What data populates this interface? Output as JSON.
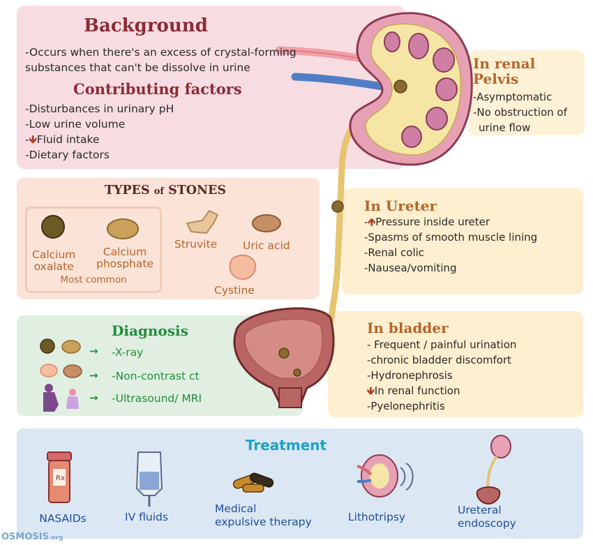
{
  "background": {
    "title": "Background",
    "lines": [
      "-Occurs when there's an excess of crystal-forming",
      "substances that can't be dissolve in urine"
    ],
    "factors_title": "Contributing factors",
    "factors": [
      "-Disturbances in urinary pH",
      "-Low urine volume",
      "-",
      "Fluid intake",
      "-Dietary factors"
    ],
    "down_arrow": "🡻"
  },
  "types": {
    "title_a": "TYPES",
    "title_of": "of",
    "title_b": "STONES",
    "stones": [
      "Calcium",
      "oxalate",
      "Calcium",
      "phosphate",
      "Struvite",
      "Uric acid",
      "Cystine"
    ],
    "most_common": "Most common"
  },
  "diagnosis": {
    "title": "Diagnosis",
    "arrow": "→",
    "items": [
      "-X-ray",
      "-Non-contrast ct",
      "-Ultrasound/ MRI"
    ]
  },
  "pelvis": {
    "title_a": "In renal",
    "title_b": "Pelvis",
    "items": [
      "-Asymptomatic",
      "-No obstruction of",
      "urine flow"
    ]
  },
  "ureter": {
    "title": "In Ureter",
    "up_prefix": "-",
    "up_text": "Pressure inside ureter",
    "items": [
      "-Spasms of smooth muscle lining",
      "-Renal colic",
      "-Nausea/vomiting"
    ]
  },
  "bladder": {
    "title": "In bladder",
    "items": [
      "- Frequent / painful urination",
      "-chronic bladder discomfort",
      "-Hydronephrosis"
    ],
    "down_text": "In renal function",
    "last": "-Pyelonephritis"
  },
  "treatment": {
    "title": "Treatment",
    "items": [
      "NASAIDs",
      "IV fluids",
      "Medical",
      "expulsive therapy",
      "Lithotripsy",
      "Ureteral",
      "endoscopy"
    ]
  },
  "rx_label": "Rx",
  "brand": {
    "name": "OSMOSIS",
    "suffix": ".org"
  },
  "colors": {
    "heading_red": "#8c2b35",
    "heading_orange": "#b5652c",
    "diagnosis_green": "#238c3a",
    "treatment_blue": "#1aa2c9",
    "kidney_pink": "#e7a1b5"
  }
}
